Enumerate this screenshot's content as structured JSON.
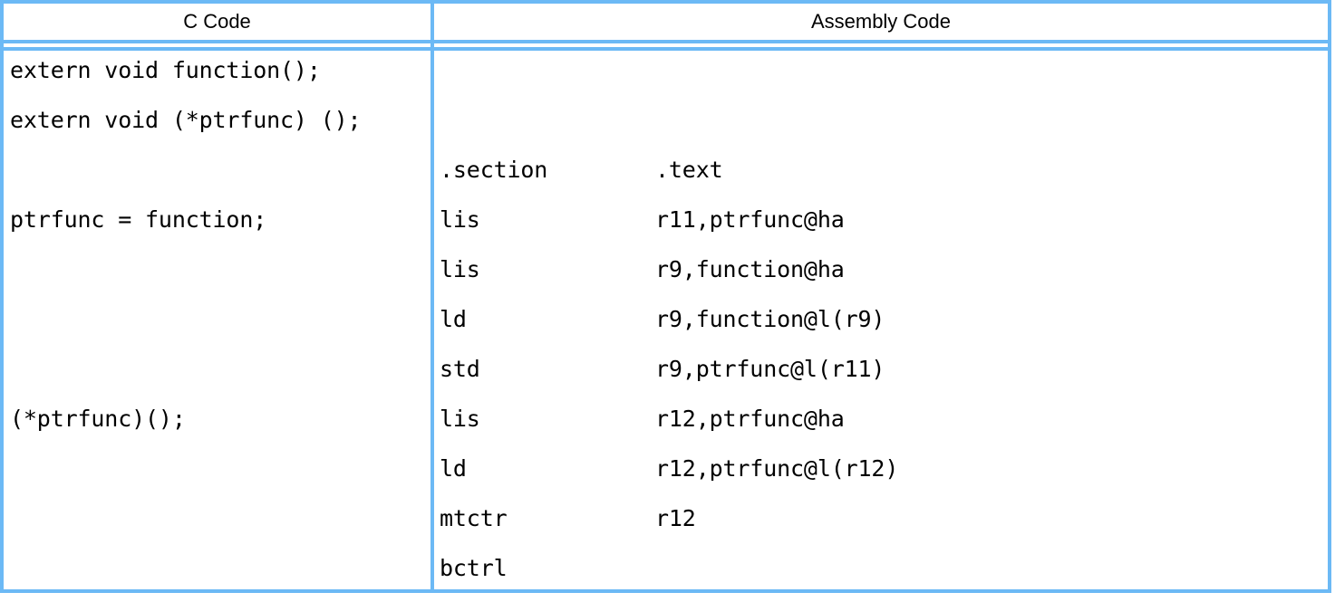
{
  "table": {
    "border_color": "#6cb9f5",
    "background_color": "#ffffff",
    "text_color": "#000000",
    "columns": [
      {
        "key": "c_code",
        "header": "C Code"
      },
      {
        "key": "assembly_code",
        "header": "Assembly Code"
      }
    ],
    "c_code": {
      "header": "C Code",
      "lines": [
        {
          "row": 0,
          "text": "extern void function();"
        },
        {
          "row": 1,
          "text": "extern void (*ptrfunc) ();"
        },
        {
          "row": 2,
          "text": ""
        },
        {
          "row": 3,
          "text": "ptrfunc = function;"
        },
        {
          "row": 4,
          "text": ""
        },
        {
          "row": 5,
          "text": ""
        },
        {
          "row": 6,
          "text": ""
        },
        {
          "row": 7,
          "text": "(*ptrfunc)();"
        },
        {
          "row": 8,
          "text": ""
        },
        {
          "row": 9,
          "text": ""
        },
        {
          "row": 10,
          "text": ""
        }
      ]
    },
    "assembly_code": {
      "header": "Assembly Code",
      "lines": [
        {
          "row": 0,
          "mnemonic": "",
          "operand": ""
        },
        {
          "row": 1,
          "mnemonic": "",
          "operand": ""
        },
        {
          "row": 2,
          "mnemonic": ".section",
          "operand": ".text"
        },
        {
          "row": 3,
          "mnemonic": "lis",
          "operand": "r11,ptrfunc@ha"
        },
        {
          "row": 4,
          "mnemonic": "lis",
          "operand": "r9,function@ha"
        },
        {
          "row": 5,
          "mnemonic": "ld",
          "operand": "r9,function@l(r9)"
        },
        {
          "row": 6,
          "mnemonic": "std",
          "operand": "r9,ptrfunc@l(r11)"
        },
        {
          "row": 7,
          "mnemonic": "lis",
          "operand": "r12,ptrfunc@ha"
        },
        {
          "row": 8,
          "mnemonic": "ld",
          "operand": "r12,ptrfunc@l(r12)"
        },
        {
          "row": 9,
          "mnemonic": "mtctr",
          "operand": "r12"
        },
        {
          "row": 10,
          "mnemonic": "bctrl",
          "operand": ""
        }
      ]
    }
  }
}
